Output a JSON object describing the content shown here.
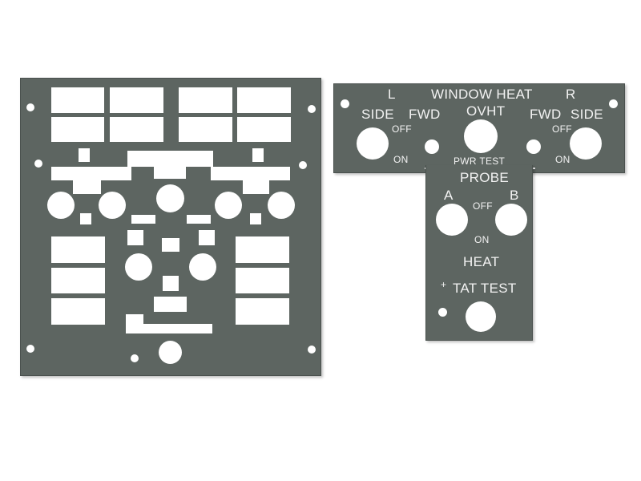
{
  "window_heat_panel": {
    "title": "WINDOW HEAT",
    "left_label": "L",
    "right_label": "R",
    "left_side": "SIDE",
    "left_fwd": "FWD",
    "ovht": "OVHT",
    "right_fwd": "FWD",
    "right_side": "SIDE",
    "left_off": "OFF",
    "left_on": "ON",
    "right_off": "OFF",
    "right_on": "ON",
    "pwr_test": "PWR TEST"
  },
  "probe_heat_panel": {
    "probe": "PROBE",
    "a_label": "A",
    "b_label": "B",
    "off": "OFF",
    "on": "ON",
    "heat": "HEAT",
    "tat_plus": "+",
    "tat_test": "TAT TEST"
  },
  "colors": {
    "panel": "#5d6561",
    "cutout": "#ffffff",
    "label": "#f2f2f2"
  }
}
